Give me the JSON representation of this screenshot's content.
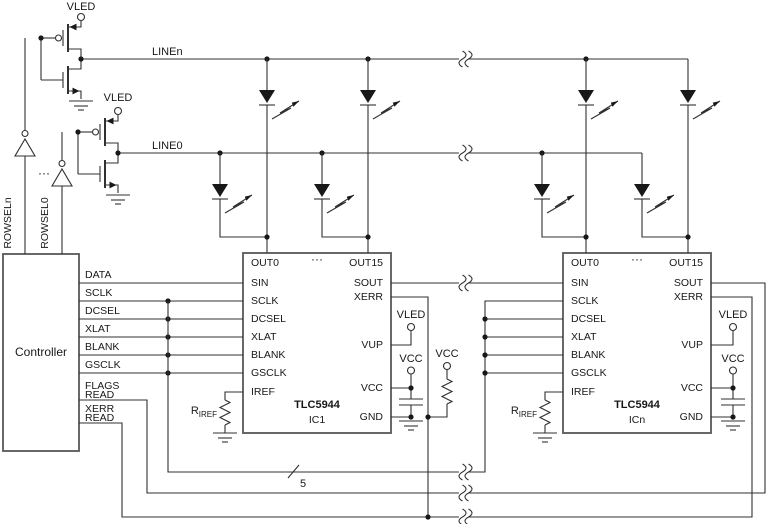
{
  "schematic": {
    "supplies": {
      "vled": "VLED",
      "vcc": "VCC"
    },
    "rows": {
      "linen": "LINEn",
      "line0": "LINE0",
      "rowseln": "ROWSELn",
      "rowsel0": "ROWSEL0",
      "ellipsis": "···"
    },
    "controller": {
      "title": "Controller",
      "pins": {
        "data": "DATA",
        "sclk": "SCLK",
        "dcsel": "DCSEL",
        "xlat": "XLAT",
        "blank": "BLANK",
        "gsclk": "GSCLK",
        "flags": "FLAGS",
        "xerr": "XERR",
        "read": "READ"
      }
    },
    "driver": {
      "part": "TLC5944",
      "ic1": "IC1",
      "icn": "ICn",
      "ellipsis": "···",
      "pins": {
        "out0": "OUT0",
        "out15": "OUT15",
        "sin": "SIN",
        "sclk": "SCLK",
        "dcsel": "DCSEL",
        "xlat": "XLAT",
        "blank": "BLANK",
        "gsclk": "GSCLK",
        "iref": "IREF",
        "sout": "SOUT",
        "xerr": "XERR",
        "vup": "VUP",
        "vcc": "VCC",
        "gnd": "GND"
      }
    },
    "riref": {
      "symbol": "R",
      "subscript": "IREF"
    },
    "bus": {
      "width_label": "5"
    }
  }
}
